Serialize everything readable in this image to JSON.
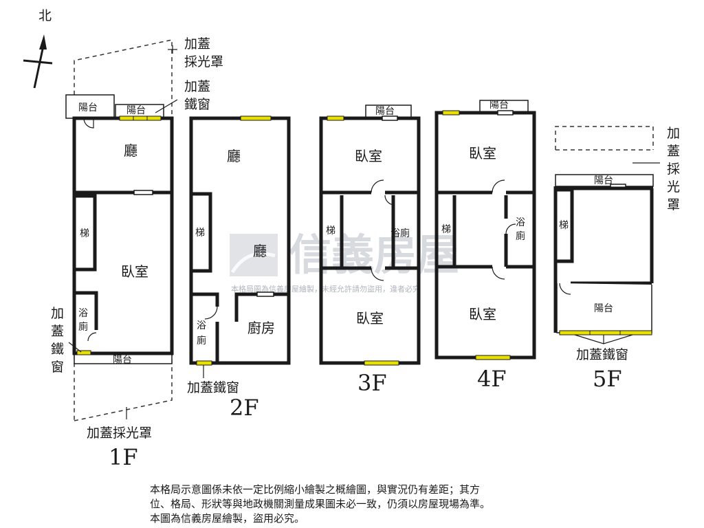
{
  "compass": {
    "north": "北"
  },
  "rooms": {
    "living": "廳",
    "bedroom": "臥室",
    "stairs": "梯",
    "bath_h": "浴廁",
    "bath_v1": "浴",
    "bath_v2": "廁",
    "kitchen": "廚房",
    "balcony": "陽台"
  },
  "annotations": {
    "skylight": "加蓋採光罩",
    "skylight_l1": "加蓋",
    "skylight_l2": "採光罩",
    "skylight_v1": "加",
    "skylight_v2": "蓋",
    "skylight_v3": "採",
    "skylight_v4": "光",
    "skylight_v5": "罩",
    "iron_window": "加蓋鐵窗",
    "iron_window_l1": "加蓋",
    "iron_window_l2": "鐵窗",
    "iron_window_v1": "加",
    "iron_window_v2": "蓋",
    "iron_window_v3": "鐵",
    "iron_window_v4": "窗"
  },
  "floors": {
    "f1": "1F",
    "f2": "2F",
    "f3": "3F",
    "f4": "4F",
    "f5": "5F"
  },
  "watermark": {
    "brand": "信義房屋",
    "notice": "本格局圖為信義房屋繪製，未經允許請勿盜用，違者必究"
  },
  "disclaimer": {
    "line1": "本格局示意圖係未依一定比例縮小繪製之概繪圖，與實況仍有差距；其方",
    "line2": "位、格局、形狀等與地政機關測量成果圖未必一致，仍須以房屋現場為準。",
    "line3": "本圖為信義房屋繪製，盜用必究。"
  }
}
